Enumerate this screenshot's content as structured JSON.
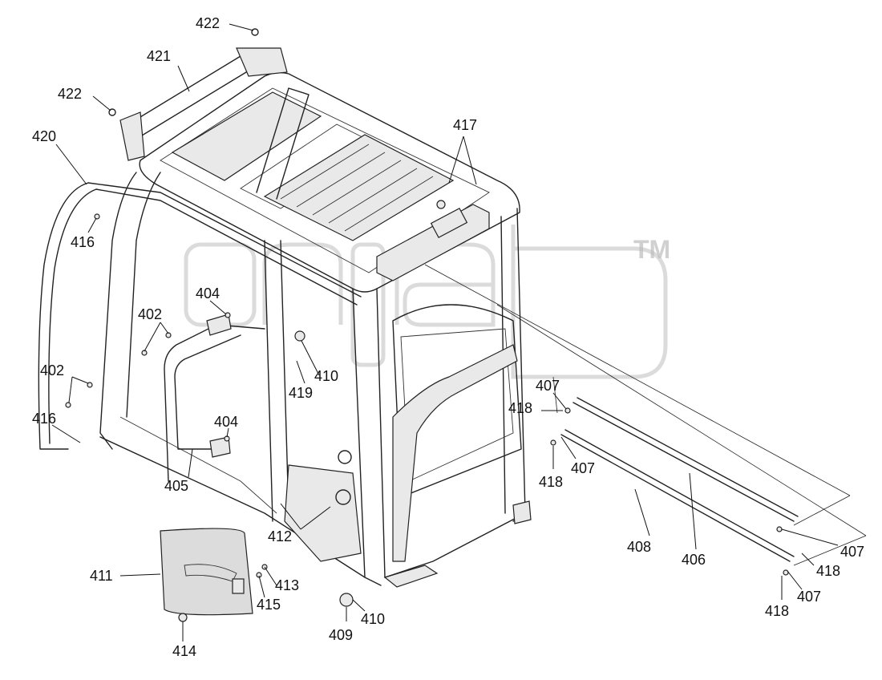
{
  "diagram": {
    "watermark": {
      "trademark": "TM"
    },
    "callouts": [
      {
        "id": "c-422-top",
        "text": "422"
      },
      {
        "id": "c-421",
        "text": "421"
      },
      {
        "id": "c-422-left",
        "text": "422"
      },
      {
        "id": "c-420",
        "text": "420"
      },
      {
        "id": "c-416-top",
        "text": "416"
      },
      {
        "id": "c-404-top",
        "text": "404"
      },
      {
        "id": "c-402-mid",
        "text": "402"
      },
      {
        "id": "c-402-left",
        "text": "402"
      },
      {
        "id": "c-416-bottom",
        "text": "416"
      },
      {
        "id": "c-404-bottom",
        "text": "404"
      },
      {
        "id": "c-405",
        "text": "405"
      },
      {
        "id": "c-410-top",
        "text": "410"
      },
      {
        "id": "c-419",
        "text": "419"
      },
      {
        "id": "c-412",
        "text": "412"
      },
      {
        "id": "c-411",
        "text": "411"
      },
      {
        "id": "c-413",
        "text": "413"
      },
      {
        "id": "c-415",
        "text": "415"
      },
      {
        "id": "c-414",
        "text": "414"
      },
      {
        "id": "c-409",
        "text": "409"
      },
      {
        "id": "c-410-bottom",
        "text": "410"
      },
      {
        "id": "c-417",
        "text": "417"
      },
      {
        "id": "c-407-a",
        "text": "407"
      },
      {
        "id": "c-418-a",
        "text": "418"
      },
      {
        "id": "c-418-b",
        "text": "418"
      },
      {
        "id": "c-407-b",
        "text": "407"
      },
      {
        "id": "c-408",
        "text": "408"
      },
      {
        "id": "c-406",
        "text": "406"
      },
      {
        "id": "c-407-c",
        "text": "407"
      },
      {
        "id": "c-418-c",
        "text": "418"
      },
      {
        "id": "c-407-d",
        "text": "407"
      },
      {
        "id": "c-418-d",
        "text": "418"
      }
    ]
  }
}
